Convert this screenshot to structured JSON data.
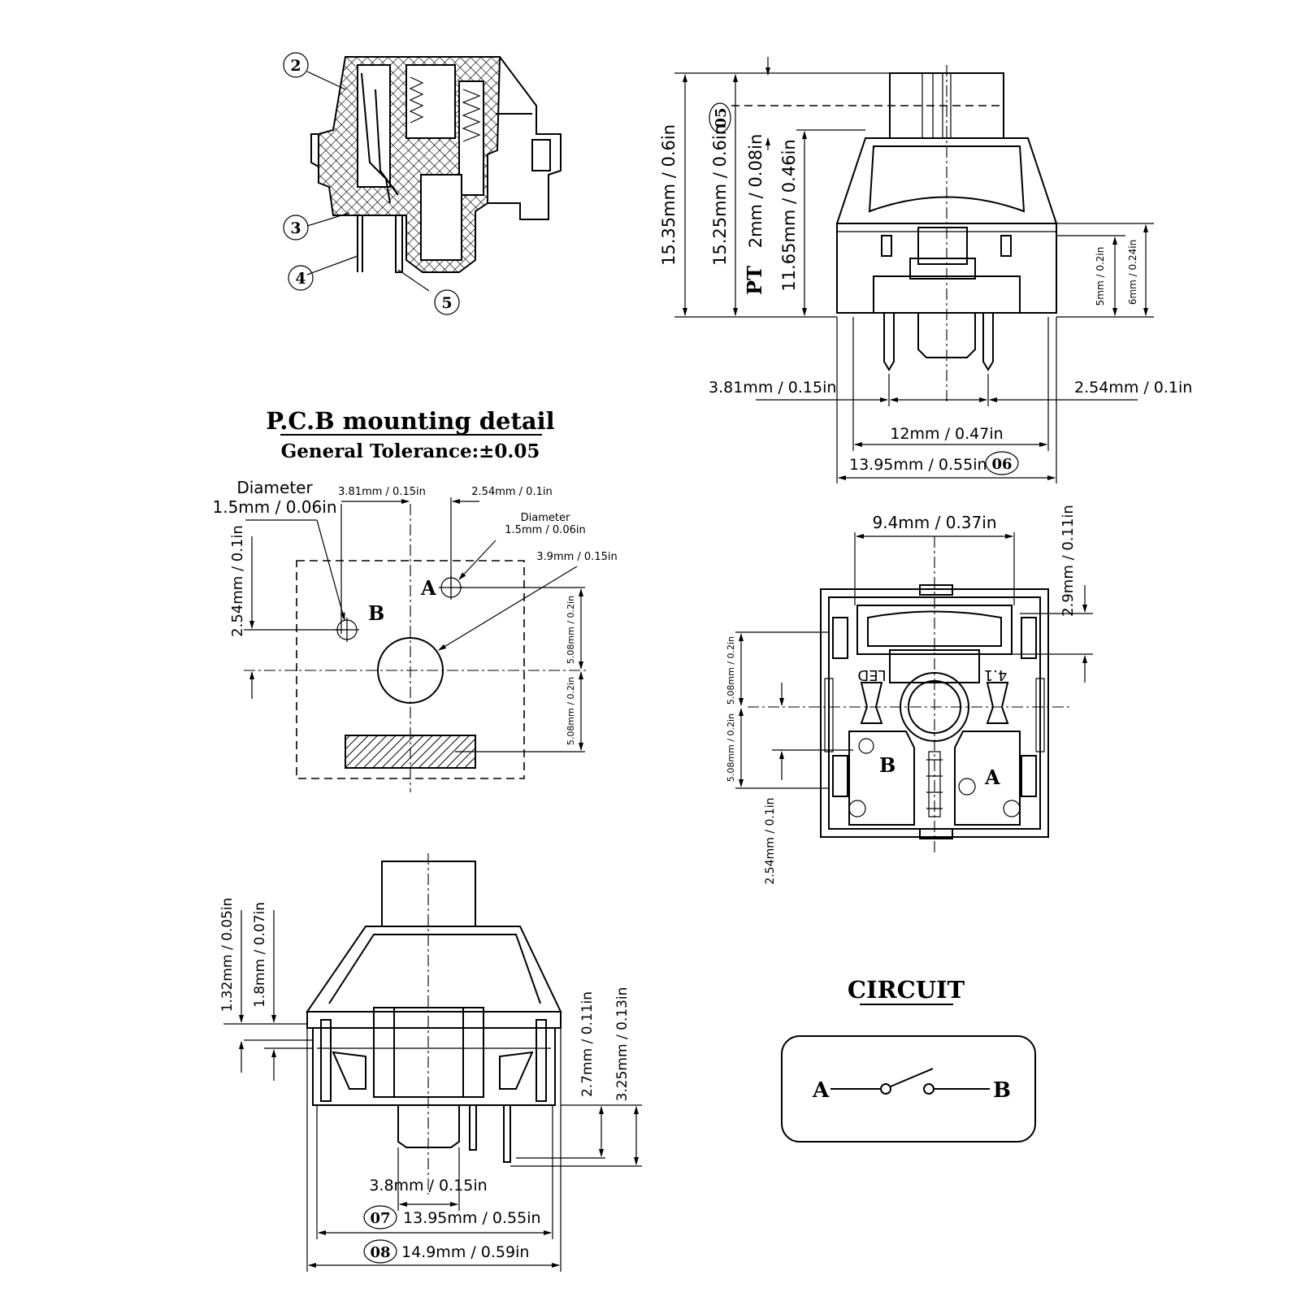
{
  "callouts": {
    "n2": "2",
    "n3": "3",
    "n4": "4",
    "n5": "5",
    "n05": "05",
    "n06": "06",
    "n07": "07",
    "n08": "08"
  },
  "side_view": {
    "d_total": "15.35mm / 0.6in",
    "d_body": "15.25mm / 0.6in",
    "d_pt_prefix": "PT",
    "d_pt": "2mm / 0.08in",
    "d_housing": "11.65mm / 0.46in",
    "d_5mm": "5mm / 0.2in",
    "d_6mm": "6mm / 0.24in",
    "d_381": "3.81mm / 0.15in",
    "d_254": "2.54mm / 0.1in",
    "d_12": "12mm / 0.47in",
    "d_1395": "13.95mm / 0.55in"
  },
  "pcb": {
    "title": "P.C.B mounting detail",
    "tolerance": "General Tolerance:±0.05",
    "diam_label_1": "Diameter",
    "diam_value_1": "1.5mm / 0.06in",
    "diam_label_2": "Diameter",
    "diam_value_2": "1.5mm / 0.06in",
    "d_381": "3.81mm / 0.15in",
    "d_254_top": "2.54mm / 0.1in",
    "d_39": "3.9mm / 0.15in",
    "d_254_left": "2.54mm / 0.1in",
    "d_508_a": "5.08mm / 0.2in",
    "d_508_b": "5.08mm / 0.2in",
    "pin_a": "A",
    "pin_b": "B"
  },
  "bottom_view": {
    "d_94": "9.4mm / 0.37in",
    "d_29": "2.9mm / 0.11in",
    "d_508_a": "5.08mm / 0.2in",
    "d_508_b": "5.08mm / 0.2in",
    "d_254": "2.54mm / 0.1in",
    "mark_left": "LED",
    "mark_right": "4.1",
    "pin_a": "A",
    "pin_b": "B"
  },
  "front_view": {
    "d_132": "1.32mm / 0.05in",
    "d_18": "1.8mm / 0.07in",
    "d_27": "2.7mm / 0.11in",
    "d_325": "3.25mm / 0.13in",
    "d_38": "3.8mm / 0.15in",
    "d_1395": "13.95mm / 0.55in",
    "d_149": "14.9mm / 0.59in"
  },
  "circuit": {
    "title": "CIRCUIT",
    "a": "A",
    "b": "B"
  }
}
